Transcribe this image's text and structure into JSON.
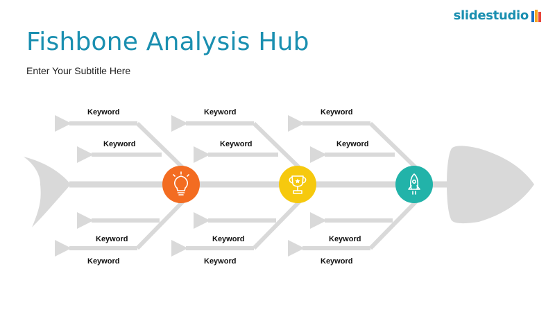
{
  "header": {
    "title": "Fishbone Analysis Hub",
    "subtitle": "Enter Your Subtitle Here"
  },
  "brand": {
    "name": "slidestudio"
  },
  "colors": {
    "title": "#1a8fb0",
    "bone": "#d9d9d9",
    "node_1": "#f36c21",
    "node_2": "#f6c90e",
    "node_3": "#22b3a9"
  },
  "nodes": [
    {
      "icon": "lightbulb-icon",
      "color": "#f36c21"
    },
    {
      "icon": "trophy-icon",
      "color": "#f6c90e"
    },
    {
      "icon": "rocket-icon",
      "color": "#22b3a9"
    }
  ],
  "keywords": {
    "g1": {
      "top_outer": "Keyword",
      "top_inner": "Keyword",
      "bottom_inner": "Keyword",
      "bottom_outer": "Keyword"
    },
    "g2": {
      "top_outer": "Keyword",
      "top_inner": "Keyword",
      "bottom_inner": "Keyword",
      "bottom_outer": "Keyword"
    },
    "g3": {
      "top_outer": "Keyword",
      "top_inner": "Keyword",
      "bottom_inner": "Keyword",
      "bottom_outer": "Keyword"
    }
  }
}
